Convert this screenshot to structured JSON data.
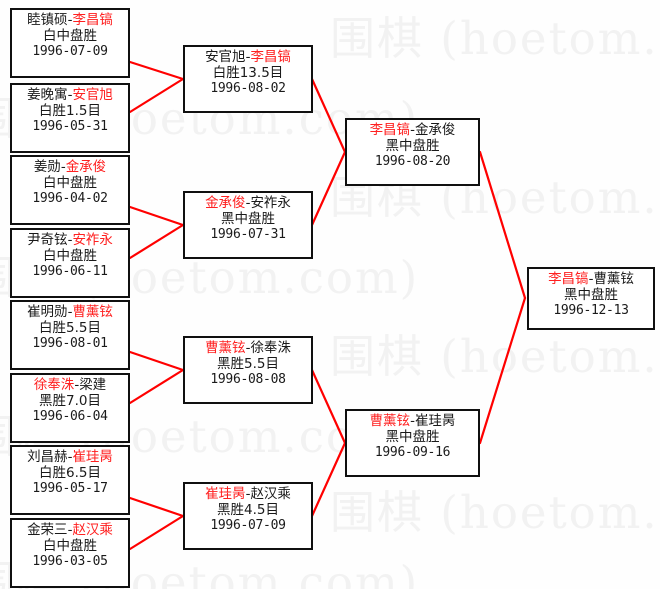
{
  "meta": {
    "watermark_text": "围棋 (hoetom.com)",
    "watermark_color": "#f2f2f2",
    "connector_color": "#ff0000",
    "winner_color": "#ff2020",
    "text_color": "#1a1a1a",
    "box_border_color": "#101010",
    "background_color": "#fefefe"
  },
  "bracket": {
    "round1": [
      {
        "left": "睦镇硕",
        "right": "李昌镐",
        "winner": "right",
        "dash": "-",
        "result": "白中盘胜",
        "date": "1996-07-09"
      },
      {
        "left": "姜晚寓",
        "right": "安官旭",
        "winner": "right",
        "dash": "-",
        "result": "白胜1.5目",
        "date": "1996-05-31"
      },
      {
        "left": "姜勋",
        "right": "金承俊",
        "winner": "right",
        "dash": "-",
        "result": "白中盘胜",
        "date": "1996-04-02"
      },
      {
        "left": "尹奇铉",
        "right": "安祚永",
        "winner": "right",
        "dash": "-",
        "result": "白中盘胜",
        "date": "1996-06-11"
      },
      {
        "left": "崔明勋",
        "right": "曹薰铉",
        "winner": "right",
        "dash": "-",
        "result": "白胜5.5目",
        "date": "1996-08-01"
      },
      {
        "left": "徐奉洙",
        "right": "梁建",
        "winner": "left",
        "dash": "-",
        "result": "黑胜7.0目",
        "date": "1996-06-04"
      },
      {
        "left": "刘昌赫",
        "right": "崔珪昺",
        "winner": "right",
        "dash": "-",
        "result": "白胜6.5目",
        "date": "1996-05-17"
      },
      {
        "left": "金荣三",
        "right": "赵汉乘",
        "winner": "right",
        "dash": "-",
        "result": "白中盘胜",
        "date": "1996-03-05"
      }
    ],
    "round2": [
      {
        "left": "安官旭",
        "right": "李昌镐",
        "winner": "right",
        "dash": "-",
        "result": "白胜13.5目",
        "date": "1996-08-02"
      },
      {
        "left": "金承俊",
        "right": "安祚永",
        "winner": "left",
        "dash": "-",
        "result": "黑中盘胜",
        "date": "1996-07-31"
      },
      {
        "left": "曹薰铉",
        "right": "徐奉洙",
        "winner": "left",
        "dash": "-",
        "result": "黑胜5.5目",
        "date": "1996-08-08"
      },
      {
        "left": "崔珪昺",
        "right": "赵汉乘",
        "winner": "left",
        "dash": "-",
        "result": "黑胜4.5目",
        "date": "1996-07-09"
      }
    ],
    "round3": [
      {
        "left": "李昌镐",
        "right": "金承俊",
        "winner": "left",
        "dash": "-",
        "result": "黑中盘胜",
        "date": "1996-08-20"
      },
      {
        "left": "曹薰铉",
        "right": "崔珪昺",
        "winner": "left",
        "dash": "-",
        "result": "黑中盘胜",
        "date": "1996-09-16"
      }
    ],
    "final": [
      {
        "left": "李昌镐",
        "right": "曹薰铉",
        "winner": "left",
        "dash": "-",
        "result": "黑中盘胜",
        "date": "1996-12-13"
      }
    ]
  }
}
